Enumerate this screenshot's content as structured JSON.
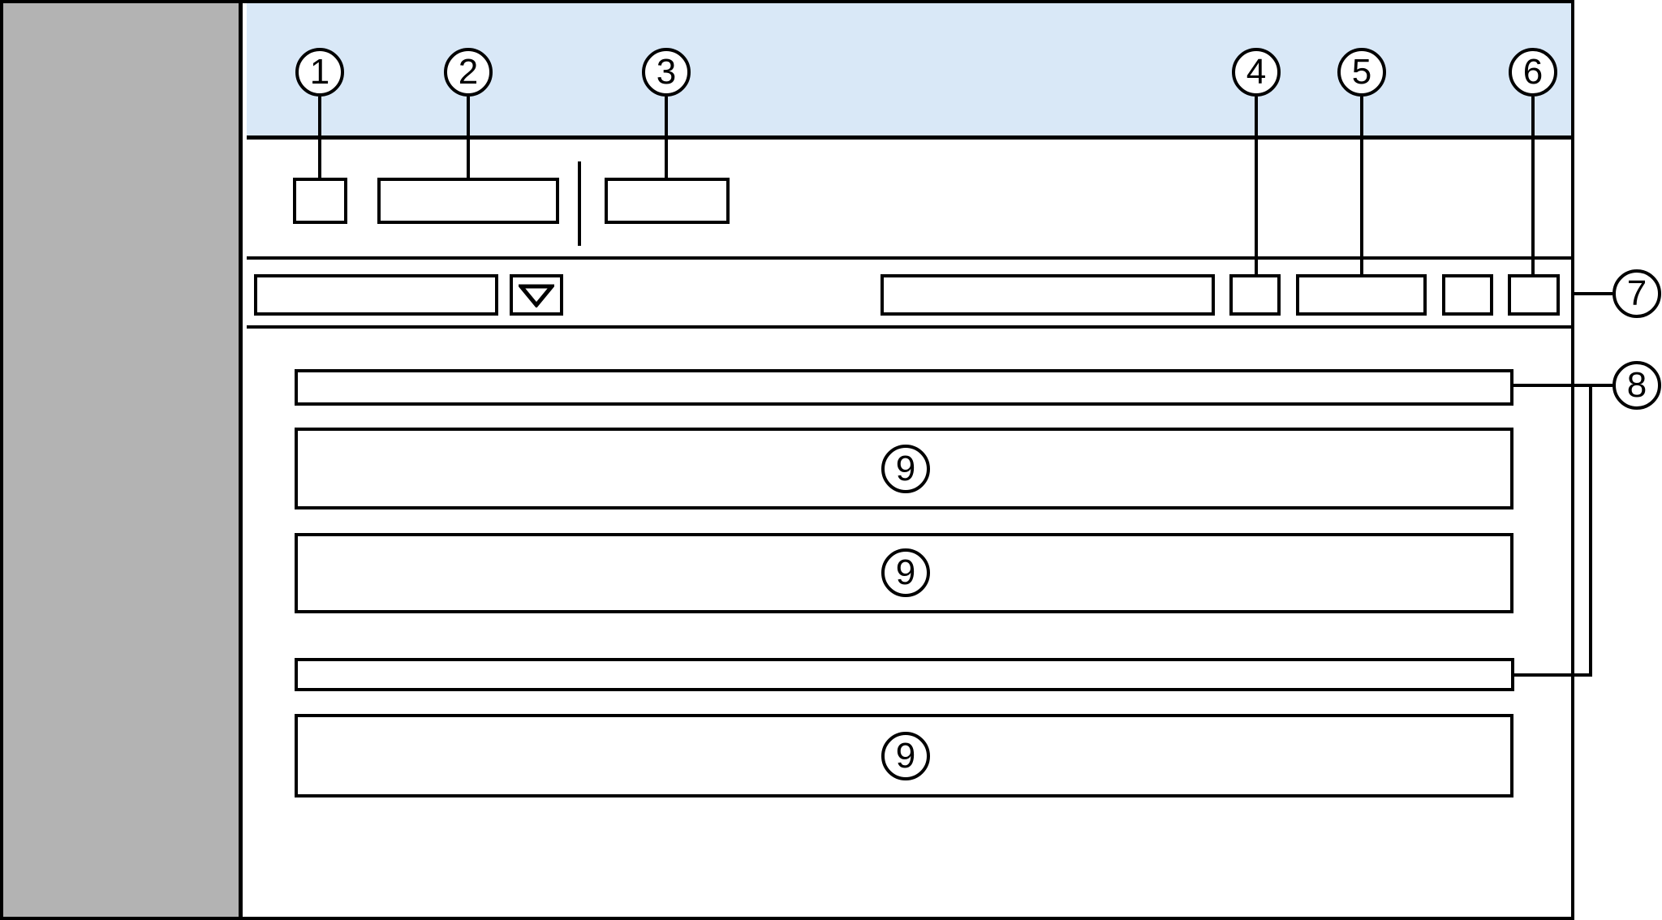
{
  "colors": {
    "header_blue": "#d9e8f7",
    "sidebar_gray": "#b3b3b3",
    "line_black": "#000000",
    "surface_white": "#ffffff"
  },
  "callouts": {
    "c1": "1",
    "c2": "2",
    "c3": "3",
    "c4": "4",
    "c5": "5",
    "c6": "6",
    "c7": "7",
    "c8": "8",
    "c9a": "9",
    "c9b": "9",
    "c9c": "9"
  }
}
